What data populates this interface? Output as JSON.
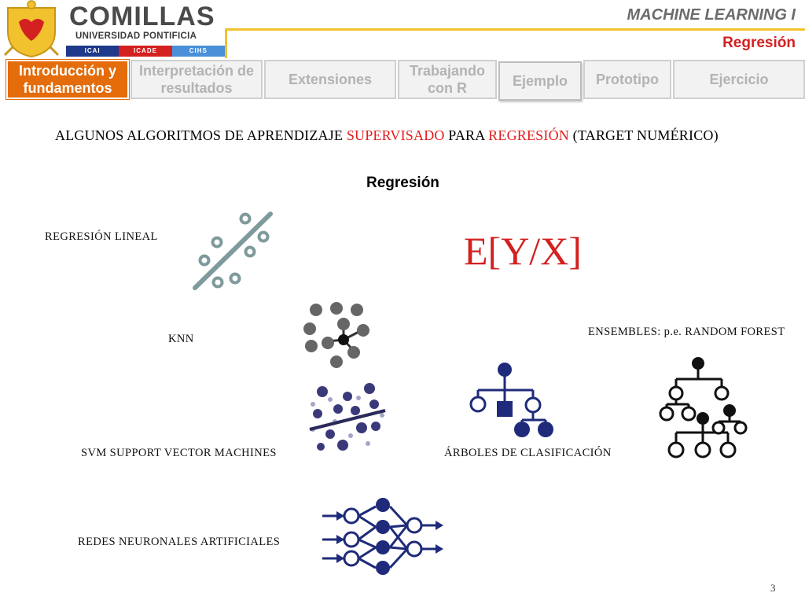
{
  "header": {
    "logo_main": "COMILLAS",
    "logo_sub": "UNIVERSIDAD PONTIFICIA",
    "logo_units": [
      "ICAI",
      "ICADE",
      "CIHS"
    ],
    "logo_unit_colors": [
      "#1f3a8a",
      "#d32020",
      "#4a90d9"
    ],
    "course_title": "MACHINE LEARNING I",
    "section_title": "Regresión",
    "accent_gold": "#f2c12e",
    "accent_red": "#d32020"
  },
  "tabs": [
    {
      "label": "Introducción y fundamentos",
      "active": true
    },
    {
      "label": "Interpretación de resultados",
      "active": false
    },
    {
      "label": "Extensiones",
      "active": false
    },
    {
      "label": "Trabajando con R",
      "active": false
    },
    {
      "label": "Ejemplo",
      "active": false
    },
    {
      "label": "Prototipo",
      "active": false
    },
    {
      "label": "Ejercicio",
      "active": false
    }
  ],
  "content": {
    "heading_parts": [
      "ALGUNOS ALGORITMOS DE APRENDIZAJE ",
      "SUPERVISADO",
      " PARA ",
      "REGRESIÓN",
      " (TARGET NUMÉRICO)"
    ],
    "subheading": "Regresión",
    "formula": "E[Y/X]",
    "algorithms": {
      "linear_regression": "REGRESIÓN LINEAL",
      "knn": "KNN",
      "ensembles": "ENSEMBLES: p.e. RANDOM FOREST",
      "svm": "SVM SUPPORT VECTOR MACHINES",
      "trees": "ÁRBOLES DE CLASIFICACIÓN",
      "neural_nets": "REDES NEURONALES ARTIFICIALES"
    },
    "icons": [
      "linear-regression-icon",
      "knn-icon",
      "svm-icon",
      "decision-tree-icon",
      "random-forest-icon",
      "neural-network-icon"
    ]
  },
  "footer": {
    "page_number": "3"
  }
}
